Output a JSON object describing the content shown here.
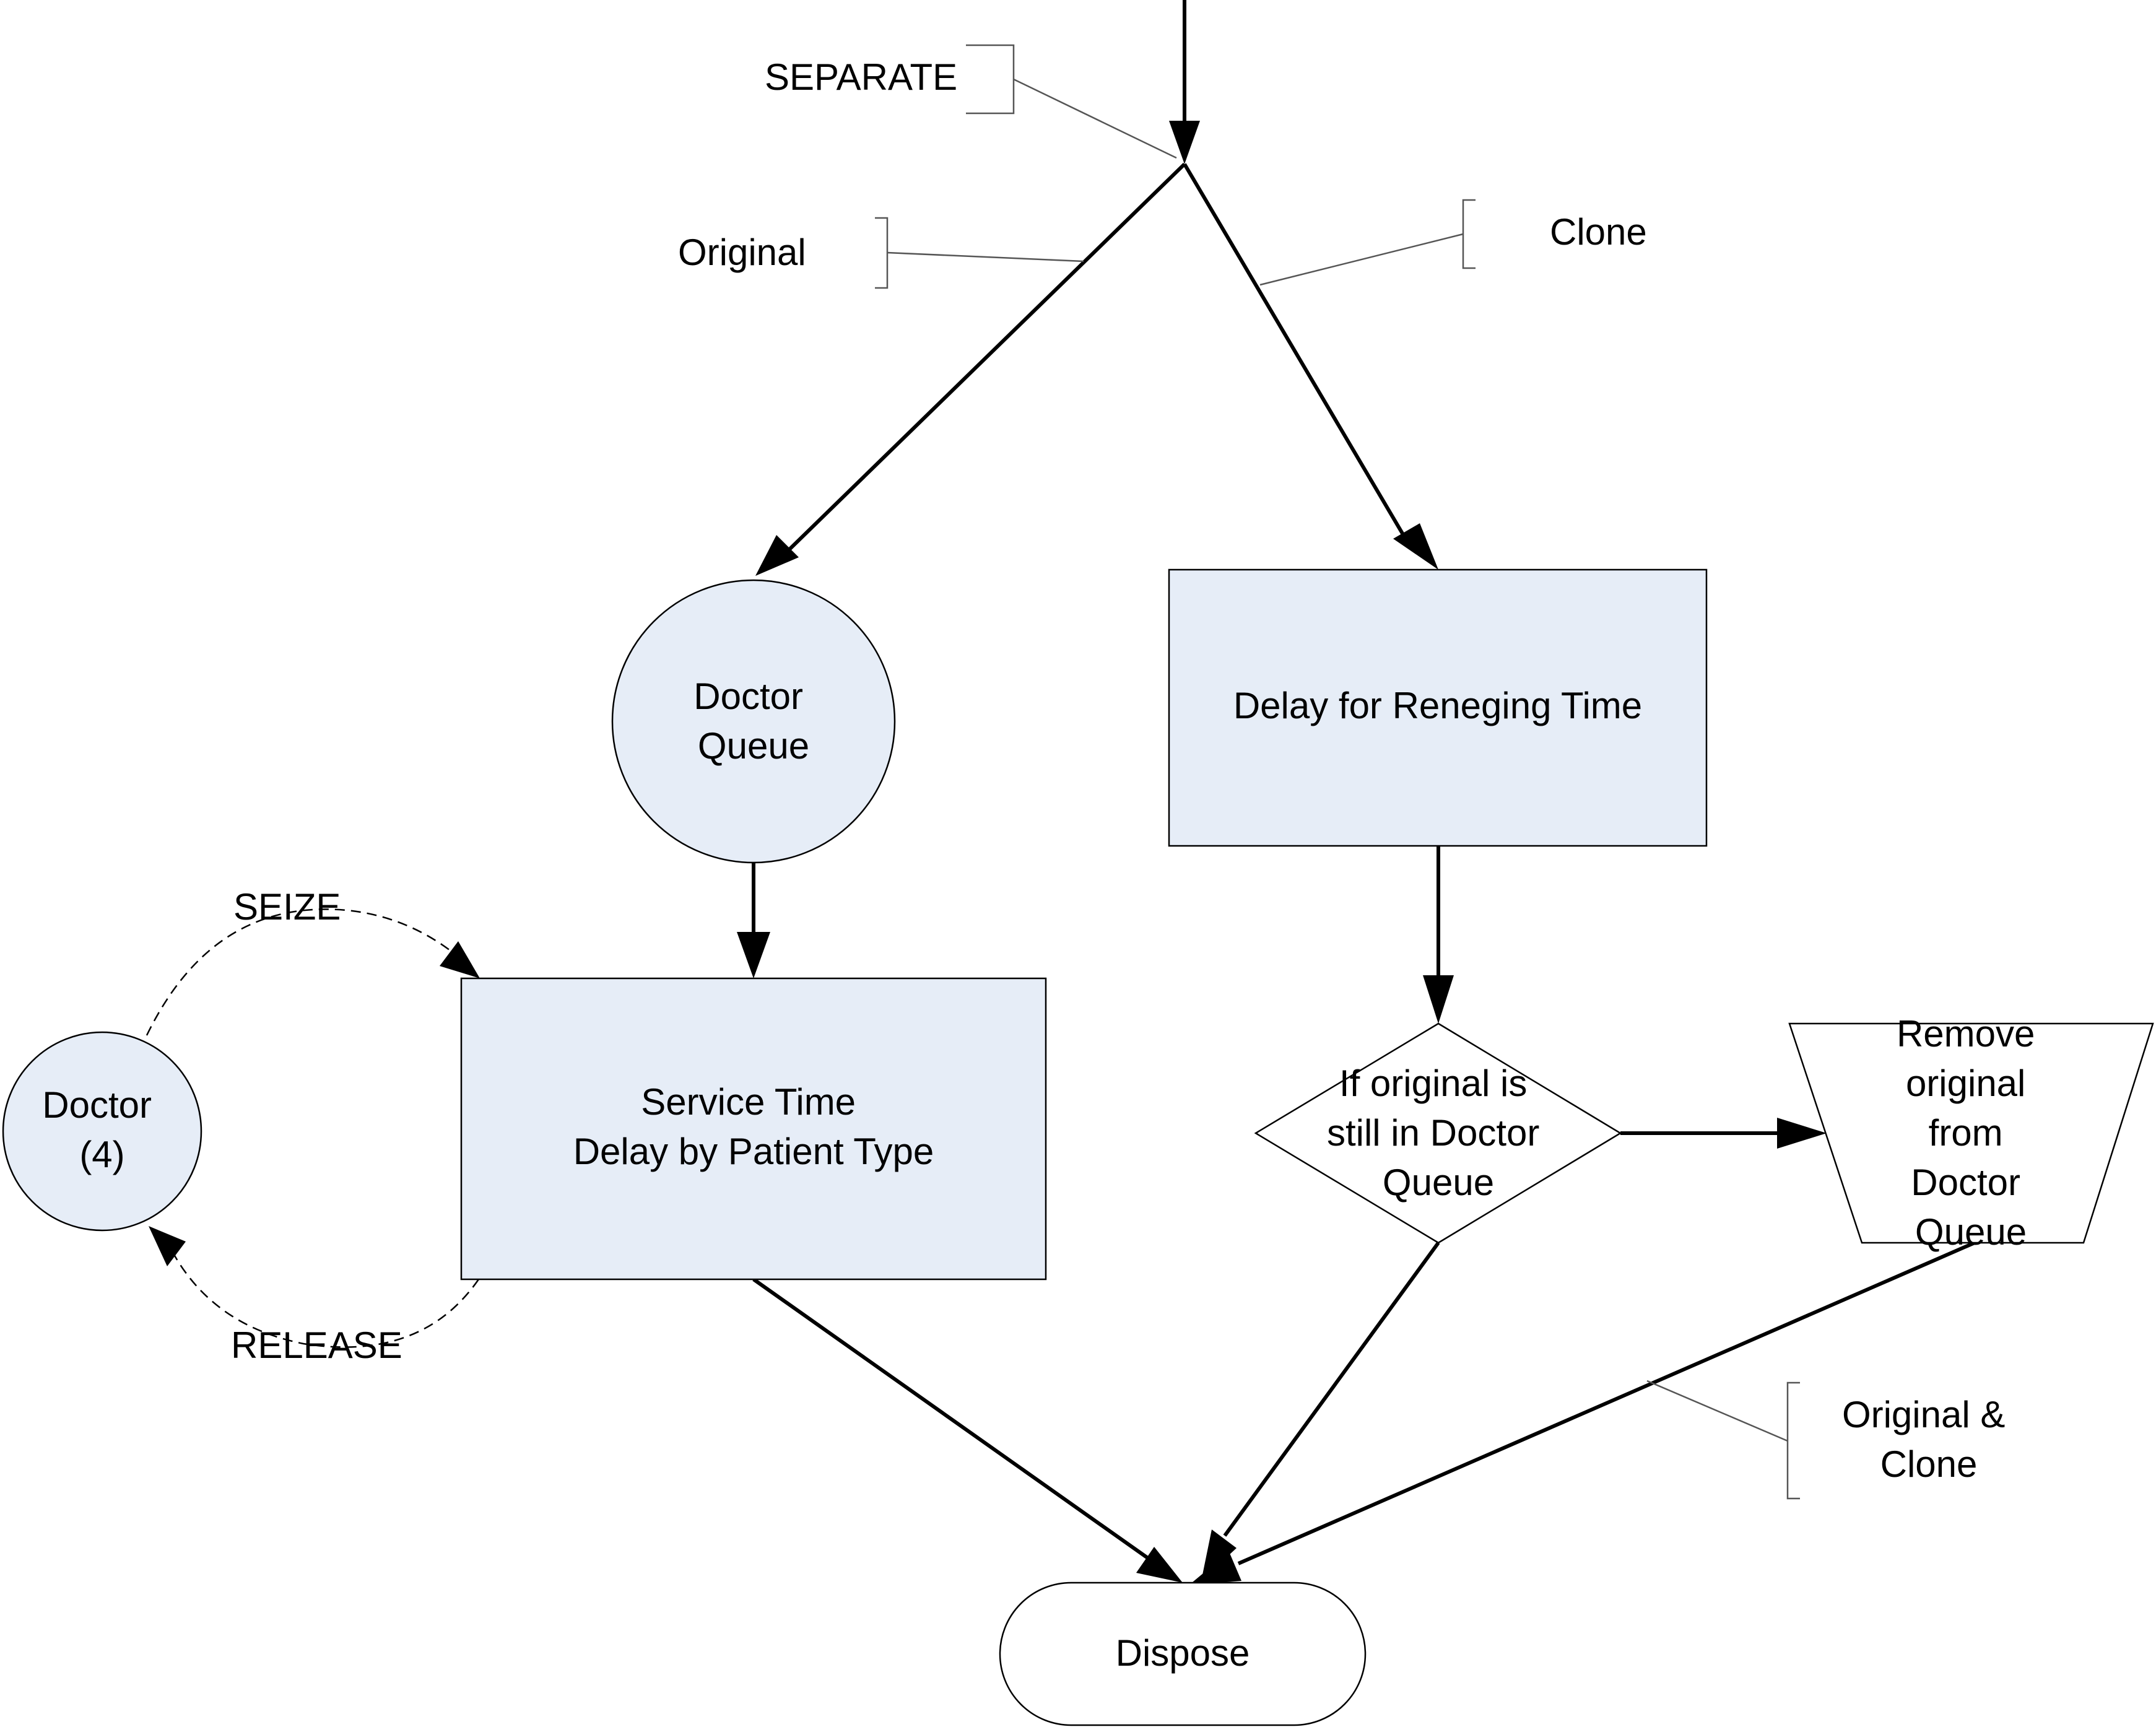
{
  "colors": {
    "shape_fill": "#e6edf7",
    "stroke": "#000000",
    "annotation_stroke": "#555555",
    "background": "#ffffff"
  },
  "labels": {
    "separate": "SEPARATE",
    "original": "Original",
    "clone": "Clone",
    "seize": "SEIZE",
    "release": "RELEASE",
    "original_and_clone": [
      "Original &",
      "Clone"
    ]
  },
  "nodes": {
    "doctor_queue": [
      "Doctor",
      "Queue"
    ],
    "reneging_delay": [
      "Delay for Reneging Time"
    ],
    "service_time": [
      "Service Time",
      "Delay by Patient Type"
    ],
    "doctor_resource": [
      "Doctor",
      "(4)"
    ],
    "decision": [
      "If original  is",
      "still in Doctor",
      "Queue"
    ],
    "remove_original": [
      "Remove",
      "original",
      "from",
      "Doctor",
      "Queue"
    ],
    "dispose": [
      "Dispose"
    ]
  }
}
